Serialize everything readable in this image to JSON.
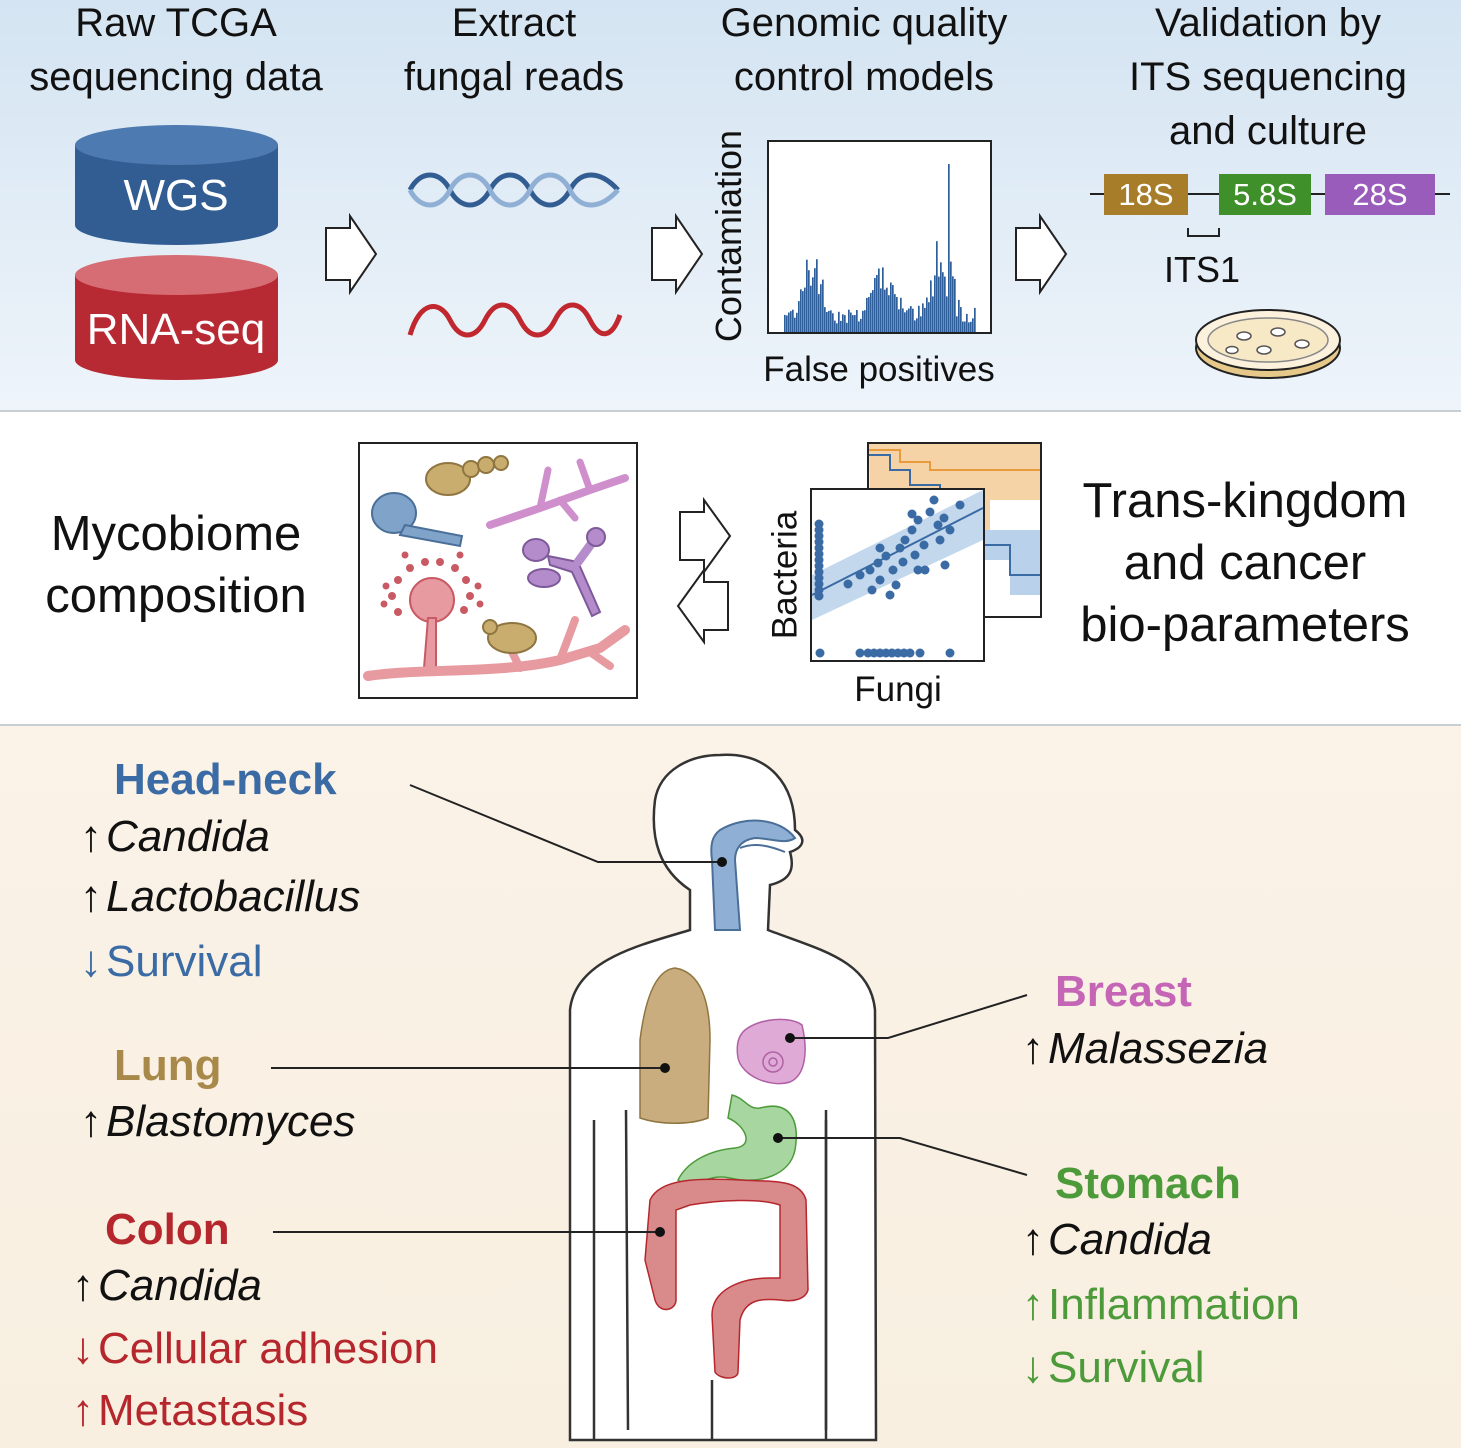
{
  "steps": {
    "raw": {
      "line1": "Raw TCGA",
      "line2": "sequencing data",
      "wgs": "WGS",
      "rna": "RNA-seq"
    },
    "extract": {
      "line1": "Extract",
      "line2": "fungal reads"
    },
    "qc": {
      "line1": "Genomic quality",
      "line2": "control models",
      "ylabel": "Contamiation",
      "xlabel": "False positives"
    },
    "validation": {
      "line1": "Validation by",
      "line2": "ITS sequencing",
      "line3": "and culture",
      "gene_18s": "18S",
      "gene_58s": "5.8S",
      "gene_28s": "28S",
      "its1": "ITS1"
    }
  },
  "middle": {
    "left_line1": "Mycobiome",
    "left_line2": "composition",
    "ylabel": "Bacteria",
    "xlabel": "Fungi",
    "right_line1": "Trans-kingdom",
    "right_line2": "and cancer",
    "right_line3": "bio-parameters"
  },
  "organs": {
    "headneck": {
      "title": "Head-neck",
      "color": "#3b6ba5",
      "items": [
        {
          "arrow": "↑",
          "text": "Candida"
        },
        {
          "arrow": "↑",
          "text": "Lactobacillus"
        },
        {
          "arrow": "↓",
          "text": "Survival"
        }
      ]
    },
    "lung": {
      "title": "Lung",
      "color": "#a8894a",
      "items": [
        {
          "arrow": "↑",
          "text": "Blastomyces"
        }
      ]
    },
    "colon": {
      "title": "Colon",
      "color": "#b5272d",
      "items": [
        {
          "arrow": "↑",
          "text": "Candida"
        },
        {
          "arrow": "↓",
          "text": "Cellular adhesion"
        },
        {
          "arrow": "↑",
          "text": "Metastasis"
        }
      ]
    },
    "breast": {
      "title": "Breast",
      "color": "#c565b5",
      "items": [
        {
          "arrow": "↑",
          "text": "Malassezia"
        }
      ]
    },
    "stomach": {
      "title": "Stomach",
      "color": "#4c9a3a",
      "items": [
        {
          "arrow": "↑",
          "text": "Candida"
        },
        {
          "arrow": "↑",
          "text": "Inflammation"
        },
        {
          "arrow": "↓",
          "text": "Survival"
        }
      ]
    }
  },
  "colors": {
    "wgs": "#325d92",
    "rna": "#b82a33",
    "bar": "#2f5f9a",
    "gene_18s": "#a87d2a",
    "gene_58s": "#3f8f2a",
    "gene_28s": "#9a5cba"
  }
}
